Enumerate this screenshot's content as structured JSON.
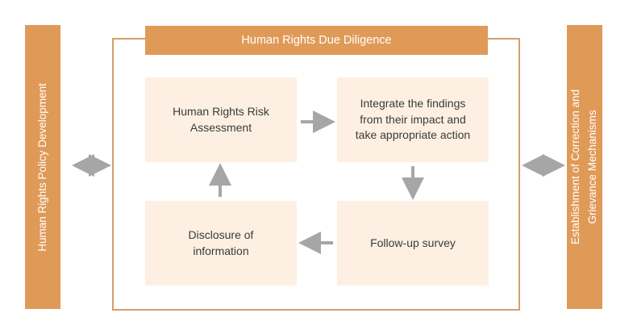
{
  "diagram": {
    "title": "Human Rights Due Diligence",
    "colors": {
      "accent_orange": "#e09a58",
      "container_border": "#d4a06a",
      "box_fill": "#fdf0e2",
      "arrow_gray": "#a6a6a6",
      "text_dark": "#3a3a3a",
      "text_light": "#ffffff",
      "background": "#ffffff"
    },
    "banner": {
      "label": "Human Rights Due Diligence"
    },
    "side_bars": [
      {
        "id": "human-rights-policy-development",
        "label": "Human Rights Policy Development",
        "position": "left",
        "orientation": "vertical-bottom-to-top"
      },
      {
        "id": "establishment-of-correction-and-grievance-mechanisms",
        "label": "Establishment of Correction and Grievance Mechanisms",
        "line1": "Establishment of Correction and",
        "line2": "Grievance Mechanisms",
        "position": "right",
        "orientation": "vertical-bottom-to-top"
      }
    ],
    "steps": [
      {
        "id": "human-rights-risk-assessment",
        "order": 1,
        "label": "Human Rights Risk Assessment",
        "line1": "Human Rights Risk",
        "line2": "Assessment"
      },
      {
        "id": "integrate-findings",
        "order": 2,
        "label": "Integrate the findings from their impact and take appropriate action",
        "line1": "Integrate the findings",
        "line2": "from their impact and",
        "line3": "take appropriate action"
      },
      {
        "id": "follow-up-survey",
        "order": 3,
        "label": "Follow-up survey",
        "line1": "Follow-up survey"
      },
      {
        "id": "disclosure-of-information",
        "order": 4,
        "label": "Disclosure of information",
        "line1": "Disclosure of",
        "line2": "information"
      }
    ],
    "connectors": [
      {
        "id": "risk-assessment-to-integrate",
        "from": "human-rights-risk-assessment",
        "to": "integrate-findings",
        "direction": "right",
        "heads": 1
      },
      {
        "id": "integrate-to-follow-up",
        "from": "integrate-findings",
        "to": "follow-up-survey",
        "direction": "down",
        "heads": 1
      },
      {
        "id": "follow-up-to-disclosure",
        "from": "follow-up-survey",
        "to": "disclosure-of-information",
        "direction": "left",
        "heads": 1
      },
      {
        "id": "disclosure-to-risk-assessment",
        "from": "disclosure-of-information",
        "to": "human-rights-risk-assessment",
        "direction": "up",
        "heads": 1
      },
      {
        "id": "policy-to-due-diligence",
        "from": "human-rights-policy-development",
        "to": "human-rights-due-diligence",
        "direction": "horizontal",
        "heads": 2
      },
      {
        "id": "due-diligence-to-grievance",
        "from": "human-rights-due-diligence",
        "to": "establishment-of-correction-and-grievance-mechanisms",
        "direction": "horizontal",
        "heads": 2
      }
    ]
  }
}
